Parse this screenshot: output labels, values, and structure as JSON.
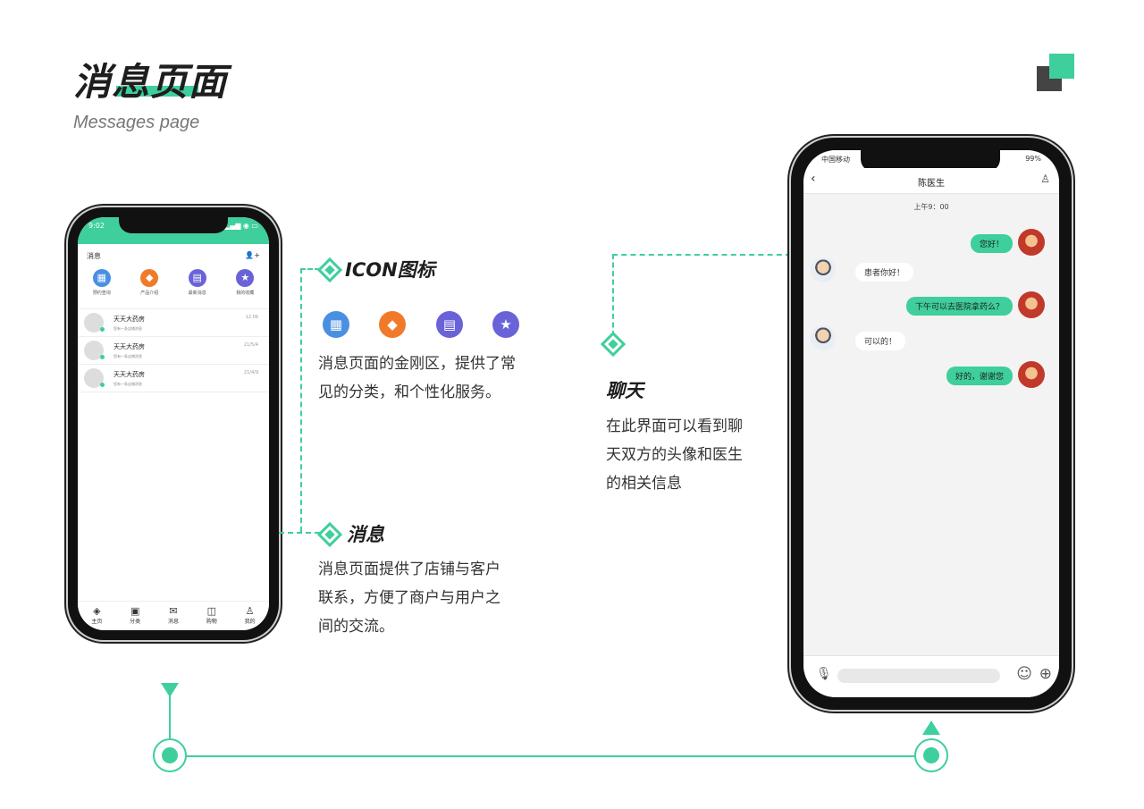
{
  "header": {
    "title": "消息页面",
    "subtitle": "Messages page"
  },
  "left_phone": {
    "status_time": "9:02",
    "status_icons": "▂▄▆ ◉ ▭",
    "page_title": "消息",
    "header_user": "👤+",
    "icons": [
      {
        "label": "预约查询",
        "glyph": "▦",
        "color": "#4a90e2"
      },
      {
        "label": "产品介绍",
        "glyph": "◆",
        "color": "#f07a2a"
      },
      {
        "label": "最新消息",
        "glyph": "▤",
        "color": "#6a63d8"
      },
      {
        "label": "我的收藏",
        "glyph": "★",
        "color": "#6a63d8"
      }
    ],
    "messages": [
      {
        "name": "天天大药房",
        "preview": "您有一条店铺消息",
        "date": "12.09"
      },
      {
        "name": "天天大药房",
        "preview": "您有一条店铺消息",
        "date": "21/5/4"
      },
      {
        "name": "天天大药房",
        "preview": "您有一条店铺消息",
        "date": "21/4/9"
      }
    ],
    "tabs": [
      {
        "label": "主页",
        "glyph": "◈"
      },
      {
        "label": "分类",
        "glyph": "▣"
      },
      {
        "label": "消息",
        "glyph": "✉"
      },
      {
        "label": "购物",
        "glyph": "◫"
      },
      {
        "label": "我的",
        "glyph": "♙"
      }
    ]
  },
  "callouts": {
    "icon": {
      "title": "ICON图标",
      "desc_lines": [
        "消息页面的金刚区，提供了常",
        "见的分类，和个性化服务。"
      ],
      "icons": [
        {
          "glyph": "▦",
          "color": "#4a90e2"
        },
        {
          "glyph": "◆",
          "color": "#f07a2a"
        },
        {
          "glyph": "▤",
          "color": "#6a63d8"
        },
        {
          "glyph": "★",
          "color": "#6a63d8"
        }
      ]
    },
    "message": {
      "title": "消息",
      "desc_lines": [
        "消息页面提供了店铺与客户",
        "联系，方便了商户与用户之",
        "间的交流。"
      ]
    },
    "chat": {
      "title": "聊天",
      "desc_lines": [
        "在此界面可以看到聊",
        "天双方的头像和医生",
        "的相关信息"
      ]
    }
  },
  "right_phone": {
    "carrier": "中国移动",
    "battery": "99%",
    "back": "‹",
    "contact_name": "陈医生",
    "person_icon": "♙",
    "time_label": "上午9：00",
    "chat": [
      {
        "side": "out",
        "text": "您好！"
      },
      {
        "side": "in",
        "text": "患者你好！"
      },
      {
        "side": "out",
        "text": "下午可以去医院拿药么？"
      },
      {
        "side": "in",
        "text": "可以的！"
      },
      {
        "side": "out",
        "text": "好的，谢谢您"
      }
    ],
    "input": {
      "mic": "🎙",
      "emoji": "☺",
      "plus": "⊕"
    }
  },
  "colors": {
    "accent": "#3ecf9c",
    "dark": "#444444"
  }
}
